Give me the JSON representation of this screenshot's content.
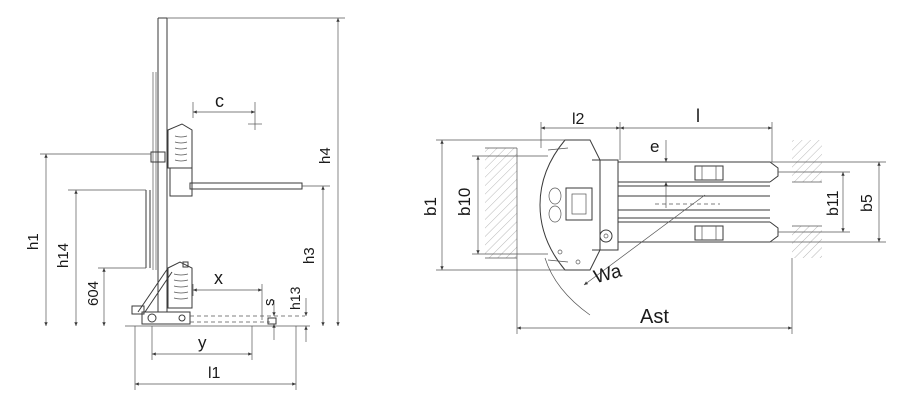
{
  "side_view": {
    "labels": {
      "c": "c",
      "h4": "h4",
      "h1": "h1",
      "h14": "h14",
      "h3": "h3",
      "d604": "604",
      "x": "x",
      "s": "s",
      "h13": "h13",
      "y": "y",
      "l1": "l1"
    }
  },
  "top_view": {
    "labels": {
      "l2": "l2",
      "l": "l",
      "e": "e",
      "b1": "b1",
      "b10": "b10",
      "b11": "b11",
      "b5": "b5",
      "wa": "Wa",
      "ast": "Ast"
    }
  }
}
